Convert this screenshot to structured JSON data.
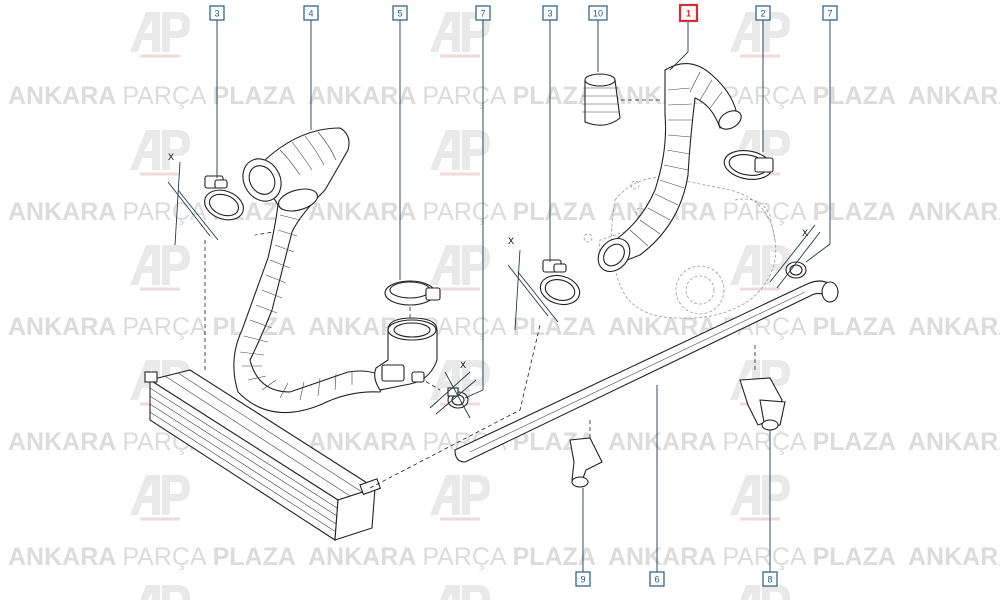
{
  "watermark": {
    "brand_part1": "ANKARA",
    "brand_part2": "PARÇA",
    "brand_part3": "PLAZA",
    "logo_icon": "ap-logo-icon"
  },
  "diagram": {
    "callouts": [
      {
        "id": "c3a",
        "label": "3",
        "highlighted": false
      },
      {
        "id": "c4",
        "label": "4",
        "highlighted": false
      },
      {
        "id": "c5",
        "label": "5",
        "highlighted": false
      },
      {
        "id": "c7a",
        "label": "7",
        "highlighted": false
      },
      {
        "id": "c3b",
        "label": "3",
        "highlighted": false
      },
      {
        "id": "c10",
        "label": "10",
        "highlighted": false
      },
      {
        "id": "c1",
        "label": "1",
        "highlighted": true
      },
      {
        "id": "c2",
        "label": "2",
        "highlighted": false
      },
      {
        "id": "c7b",
        "label": "7",
        "highlighted": false
      },
      {
        "id": "c9",
        "label": "9",
        "highlighted": false
      },
      {
        "id": "c6",
        "label": "6",
        "highlighted": false
      },
      {
        "id": "c8",
        "label": "8",
        "highlighted": false
      }
    ],
    "dimension_labels": [
      {
        "id": "x1",
        "label": "X"
      },
      {
        "id": "x2",
        "label": "X"
      },
      {
        "id": "x3",
        "label": "X"
      },
      {
        "id": "x4",
        "label": "X"
      }
    ],
    "highlight_color": "#e0282e",
    "callout_color": "#1d5c87"
  }
}
